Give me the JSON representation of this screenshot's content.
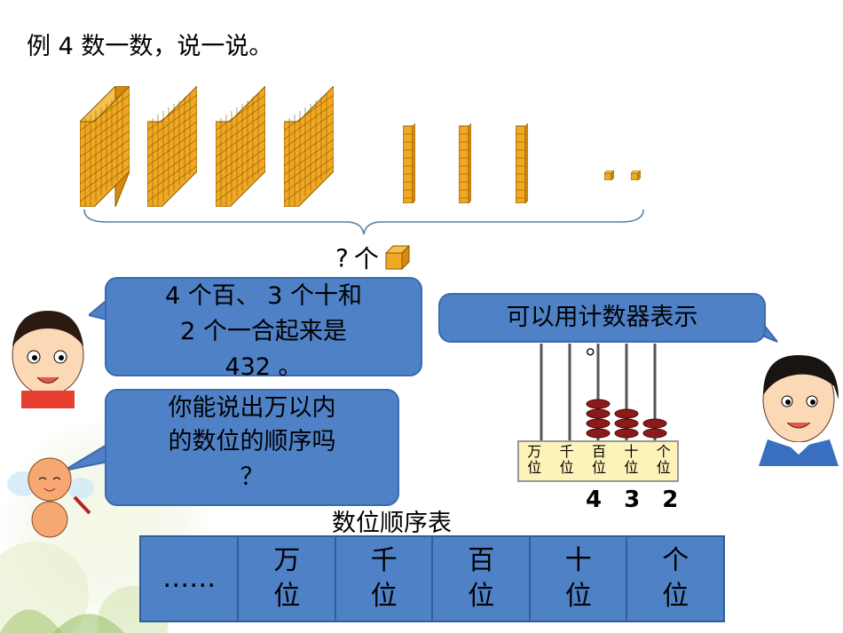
{
  "title": "例 4  数一数，说一说。",
  "question": {
    "prefix": "?",
    "word": "个"
  },
  "bubble_left_1": [
    "4 个百、 3 个十和",
    "2 个一合起来是",
    "432 。"
  ],
  "bubble_left_2": [
    "你能说出万以内",
    "的数位的顺序吗",
    "？"
  ],
  "bubble_right": {
    "text": "可以用计数器表示",
    "tail": "。"
  },
  "abacus": {
    "labels": [
      [
        "万",
        "位"
      ],
      [
        "千",
        "位"
      ],
      [
        "百",
        "位"
      ],
      [
        "十",
        "位"
      ],
      [
        "个",
        "位"
      ]
    ],
    "beads": [
      0,
      0,
      4,
      3,
      2
    ]
  },
  "digits": "4 3 2",
  "table_title": "数位顺序表",
  "place_table": [
    [
      "……"
    ],
    [
      "万",
      "位"
    ],
    [
      "千",
      "位"
    ],
    [
      "百",
      "位"
    ],
    [
      "十",
      "位"
    ],
    [
      "个",
      "位"
    ]
  ],
  "colors": {
    "bubble": "#4f81c7",
    "block": "#f0a824",
    "bead": "#8b1a1a"
  }
}
